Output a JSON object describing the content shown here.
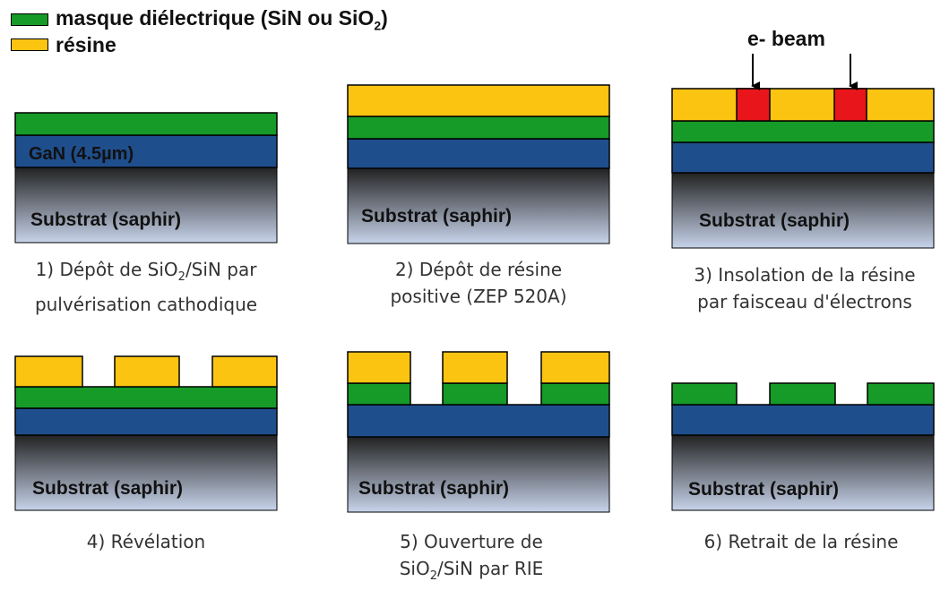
{
  "colors": {
    "masque": "#169a28",
    "resine": "#fbc411",
    "gan": "#1f4e8c",
    "insolated": "#e8161a",
    "substrate_top": "#222222",
    "substrate_bottom": "#c7d3ea"
  },
  "legend": {
    "masque_label_pre": "masque diélectrique (SiN ou SiO",
    "masque_sub": "2",
    "masque_label_post": ")",
    "resine_label": "résine"
  },
  "substrate_label": "Substrat (saphir)",
  "gan_label": "GaN (4.5µm)",
  "ebeam_label": "e- beam",
  "steps": [
    {
      "line1_pre": "1) Dépôt de SiO",
      "line1_sub": "2",
      "line1_post": "/SiN par",
      "line2": "pulvérisation cathodique"
    },
    {
      "line1": "2) Dépôt de résine",
      "line2": "positive (ZEP 520A)"
    },
    {
      "line1": "3) Insolation de la résine",
      "line2": "par faisceau d'électrons"
    },
    {
      "line1": "4) Révélation"
    },
    {
      "line1": "5) Ouverture de",
      "line2_pre": "SiO",
      "line2_sub": "2",
      "line2_post": "/SiN par RIE"
    },
    {
      "line1": "6) Retrait de la résine"
    }
  ]
}
